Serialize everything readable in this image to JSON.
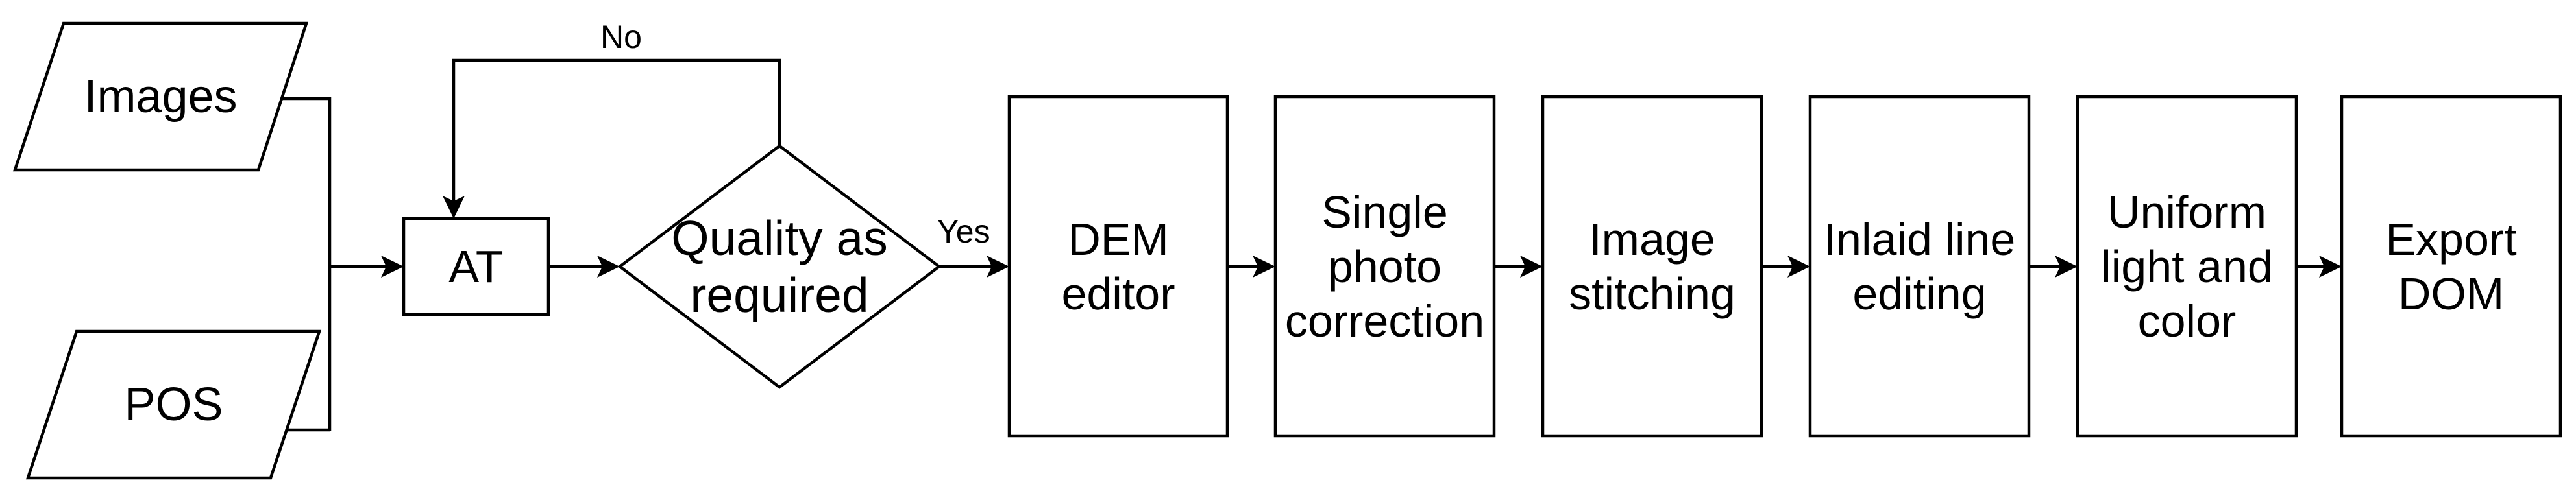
{
  "flowchart": {
    "inputs": [
      {
        "label": "Images"
      },
      {
        "label": "POS"
      }
    ],
    "process_at": {
      "label": "AT"
    },
    "decision": {
      "label": "Quality as\nrequired"
    },
    "edges": {
      "yes_label": "Yes",
      "no_label": "No"
    },
    "steps": [
      {
        "label": "DEM\neditor"
      },
      {
        "label": "Single\nphoto\ncorrection"
      },
      {
        "label": "Image\nstitching"
      },
      {
        "label": "Inlaid line\nediting"
      },
      {
        "label": "Uniform\nlight and\ncolor"
      },
      {
        "label": "Export\nDOM"
      }
    ],
    "colors": {
      "stroke": "#000000",
      "fill": "#ffffff",
      "text": "#000000"
    }
  }
}
